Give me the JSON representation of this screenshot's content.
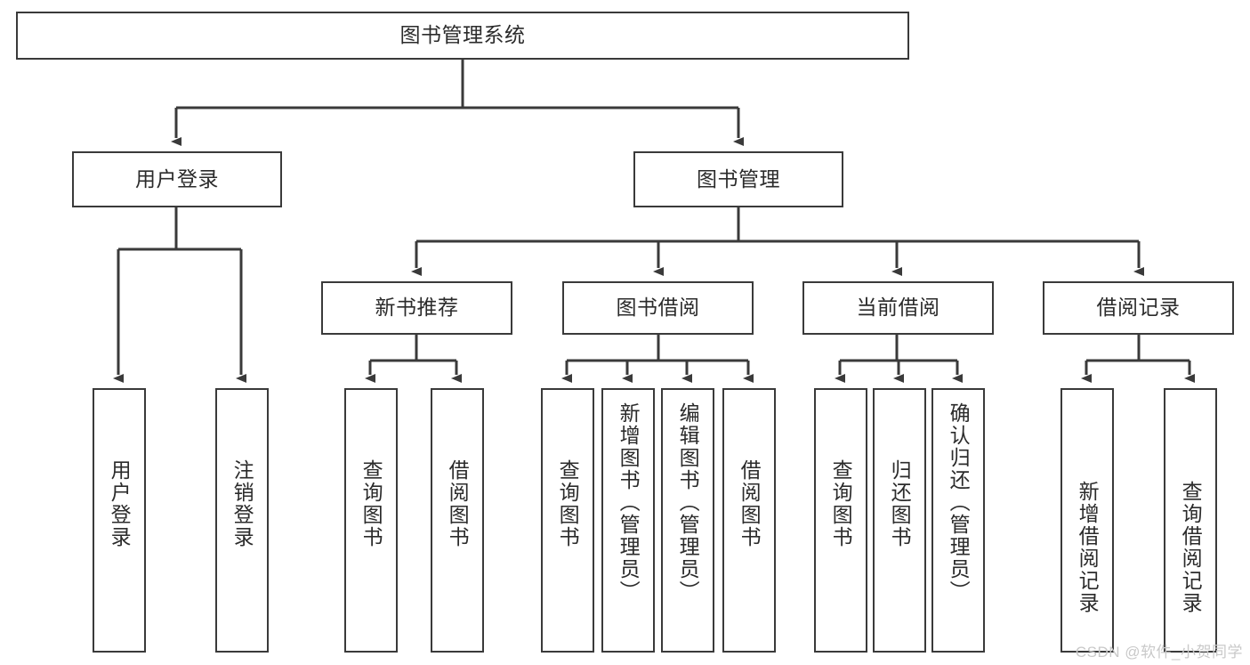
{
  "diagram": {
    "title": "图书管理系统",
    "type": "tree-hierarchy",
    "root": {
      "label": "图书管理系统"
    },
    "level2": [
      {
        "label": "用户登录"
      },
      {
        "label": "图书管理"
      }
    ],
    "level3": [
      {
        "label": "新书推荐"
      },
      {
        "label": "图书借阅"
      },
      {
        "label": "当前借阅"
      },
      {
        "label": "借阅记录"
      }
    ],
    "leaves": {
      "user_login": [
        {
          "label": "用户登录"
        },
        {
          "label": "注销登录"
        }
      ],
      "new_book_recommend": [
        {
          "label": "查询图书"
        },
        {
          "label": "借阅图书"
        }
      ],
      "book_borrow": [
        {
          "label": "查询图书"
        },
        {
          "label": "新增图书（管理员）"
        },
        {
          "label": "编辑图书（管理员）"
        },
        {
          "label": "借阅图书"
        }
      ],
      "current_borrow": [
        {
          "label": "查询图书"
        },
        {
          "label": "归还图书"
        },
        {
          "label": "确认归还（管理员）"
        }
      ],
      "borrow_record": [
        {
          "label": "新增借阅记录"
        },
        {
          "label": "查询借阅记录"
        }
      ]
    }
  },
  "watermark": {
    "text": "CSDN @软件_小贺同学",
    "color": "#c9c9c9"
  },
  "style": {
    "line_color": "#3a3a3a",
    "box_border": "#3a3a3a",
    "box_fill": "#ffffff",
    "text_color": "#2b2b2b",
    "background": "#ffffff"
  }
}
